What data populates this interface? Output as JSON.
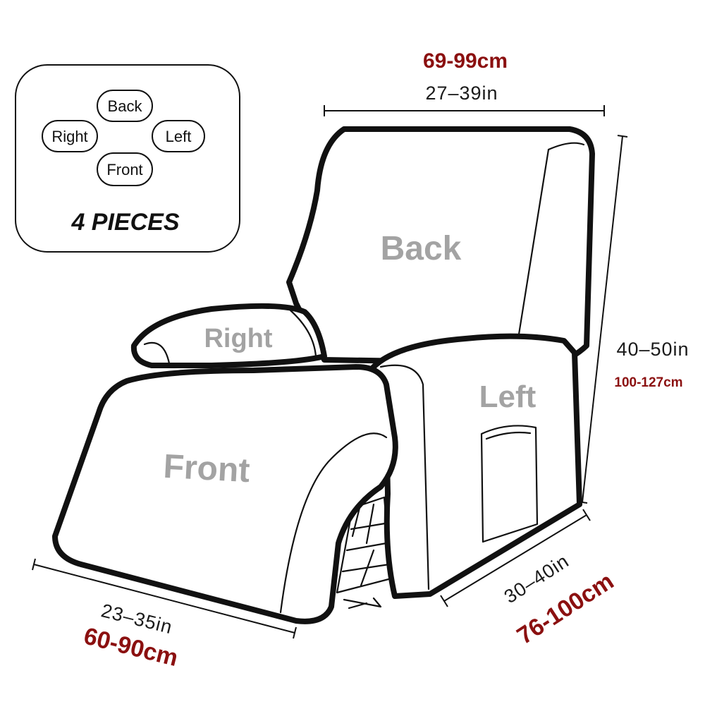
{
  "legend": {
    "pieces": [
      "Back",
      "Right",
      "Left",
      "Front"
    ],
    "title": "4 PIECES"
  },
  "pieces": {
    "back": "Back",
    "right": "Right",
    "left": "Left",
    "front": "Front"
  },
  "dimensions": {
    "width": {
      "inches": "27–39in",
      "cm": "69-99cm"
    },
    "height": {
      "inches": "40–50in",
      "cm": "100-127cm"
    },
    "depth": {
      "inches": "30–40in",
      "cm": "76-100cm"
    },
    "footrest": {
      "inches": "23–35in",
      "cm": "60-90cm"
    }
  },
  "colors": {
    "outline": "#111111",
    "piece_label": "#a3a3a3",
    "cm_text": "#8b1010"
  }
}
